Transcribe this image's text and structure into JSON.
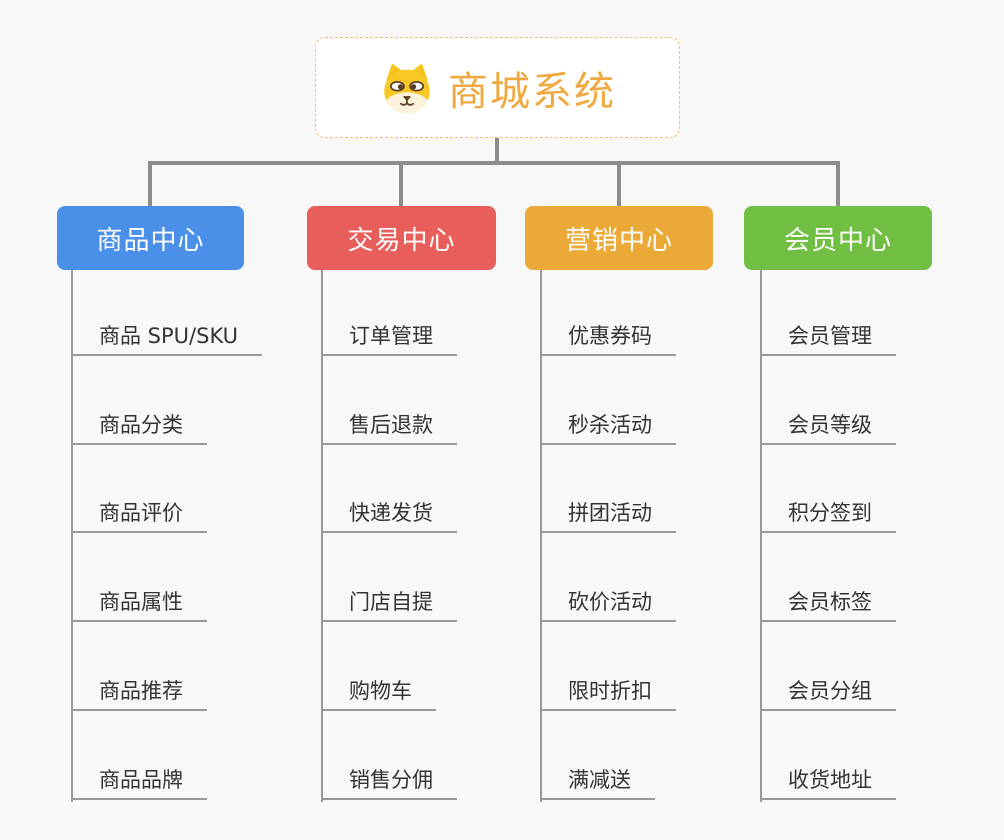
{
  "root": {
    "title": "商城系统",
    "icon": "shiba-dog-icon",
    "title_color": "#F0A941",
    "border_color": "#EFBE7C"
  },
  "branches": [
    {
      "label": "商品中心",
      "color": "#4A8FE8",
      "children": [
        "商品 SPU/SKU",
        "商品分类",
        "商品评价",
        "商品属性",
        "商品推荐",
        "商品品牌"
      ]
    },
    {
      "label": "交易中心",
      "color": "#E85E5B",
      "children": [
        "订单管理",
        "售后退款",
        "快递发货",
        "门店自提",
        "购物车",
        "销售分佣"
      ]
    },
    {
      "label": "营销中心",
      "color": "#EBAA38",
      "children": [
        "优惠券码",
        "秒杀活动",
        "拼团活动",
        "砍价活动",
        "限时折扣",
        "满减送"
      ]
    },
    {
      "label": "会员中心",
      "color": "#70BF43",
      "children": [
        "会员管理",
        "会员等级",
        "积分签到",
        "会员标签",
        "会员分组",
        "收货地址"
      ]
    }
  ],
  "palette": {
    "background": "#F8F8F8",
    "connector": "#8C8C8C",
    "leaf_line": "#999999",
    "leaf_text": "#333333"
  }
}
